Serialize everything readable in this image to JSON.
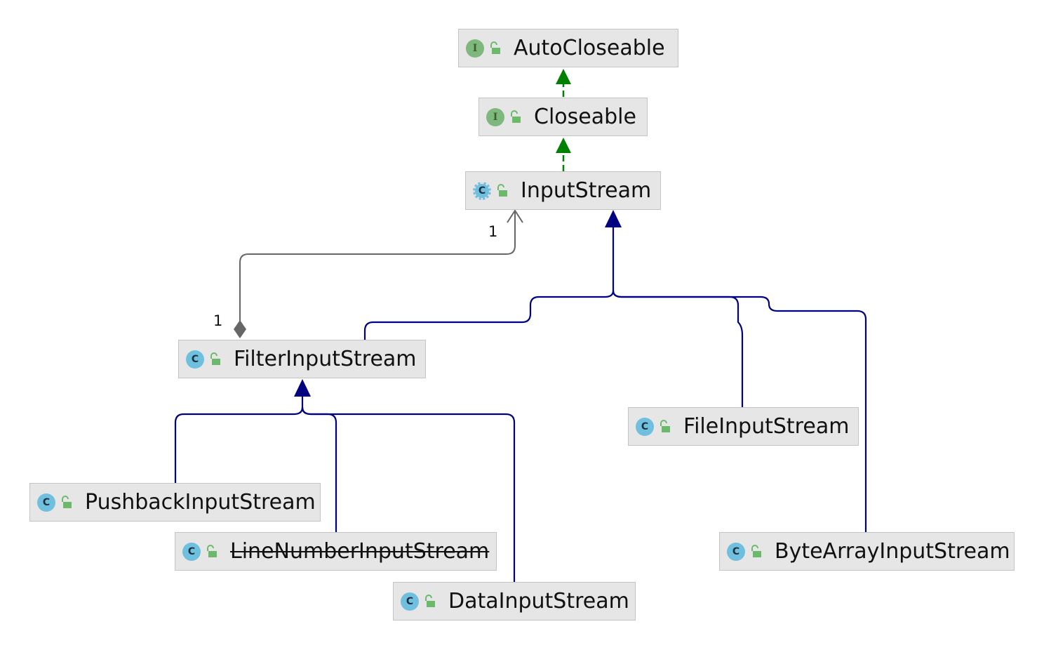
{
  "diagram": {
    "nodes": {
      "autocloseable": {
        "name": "AutoCloseable",
        "kind": "interface",
        "kind_glyph": "I",
        "visibility_icon": "unlocked-padlock-icon"
      },
      "closeable": {
        "name": "Closeable",
        "kind": "interface",
        "kind_glyph": "I",
        "visibility_icon": "unlocked-padlock-icon"
      },
      "inputstream": {
        "name": "InputStream",
        "kind": "abstract-class",
        "kind_glyph": "C",
        "visibility_icon": "unlocked-padlock-icon"
      },
      "filterinputstream": {
        "name": "FilterInputStream",
        "kind": "class",
        "kind_glyph": "C",
        "visibility_icon": "unlocked-padlock-icon"
      },
      "fileinputstream": {
        "name": "FileInputStream",
        "kind": "class",
        "kind_glyph": "C",
        "visibility_icon": "unlocked-padlock-icon"
      },
      "pushbackinputstream": {
        "name": "PushbackInputStream",
        "kind": "class",
        "kind_glyph": "C",
        "visibility_icon": "unlocked-padlock-icon"
      },
      "linenumberinputstream": {
        "name": "LineNumberInputStream",
        "kind": "class",
        "kind_glyph": "C",
        "visibility_icon": "unlocked-padlock-icon",
        "deprecated": true
      },
      "datainputstream": {
        "name": "DataInputStream",
        "kind": "class",
        "kind_glyph": "C",
        "visibility_icon": "unlocked-padlock-icon"
      },
      "bytearrayinputstream": {
        "name": "ByteArrayInputStream",
        "kind": "class",
        "kind_glyph": "C",
        "visibility_icon": "unlocked-padlock-icon"
      }
    },
    "edges": [
      {
        "from": "Closeable",
        "to": "AutoCloseable",
        "type": "extends-interface"
      },
      {
        "from": "InputStream",
        "to": "Closeable",
        "type": "implements"
      },
      {
        "from": "FilterInputStream",
        "to": "InputStream",
        "type": "extends"
      },
      {
        "from": "FileInputStream",
        "to": "InputStream",
        "type": "extends"
      },
      {
        "from": "ByteArrayInputStream",
        "to": "InputStream",
        "type": "extends"
      },
      {
        "from": "PushbackInputStream",
        "to": "FilterInputStream",
        "type": "extends"
      },
      {
        "from": "LineNumberInputStream",
        "to": "FilterInputStream",
        "type": "extends"
      },
      {
        "from": "DataInputStream",
        "to": "FilterInputStream",
        "type": "extends"
      },
      {
        "from": "FilterInputStream",
        "to": "InputStream",
        "type": "composition"
      }
    ],
    "multiplicities": {
      "composition_target": "1",
      "composition_source": "1"
    },
    "colors": {
      "interface_arrow": "#008000",
      "class_arrow": "#000080",
      "composition_line": "#666666",
      "node_fill": "#e6e6e6",
      "node_border": "#c4c4c4",
      "interface_icon": "#7fb87d",
      "class_icon": "#6fbfdf",
      "visibility_icon": "#6cb96c"
    }
  }
}
